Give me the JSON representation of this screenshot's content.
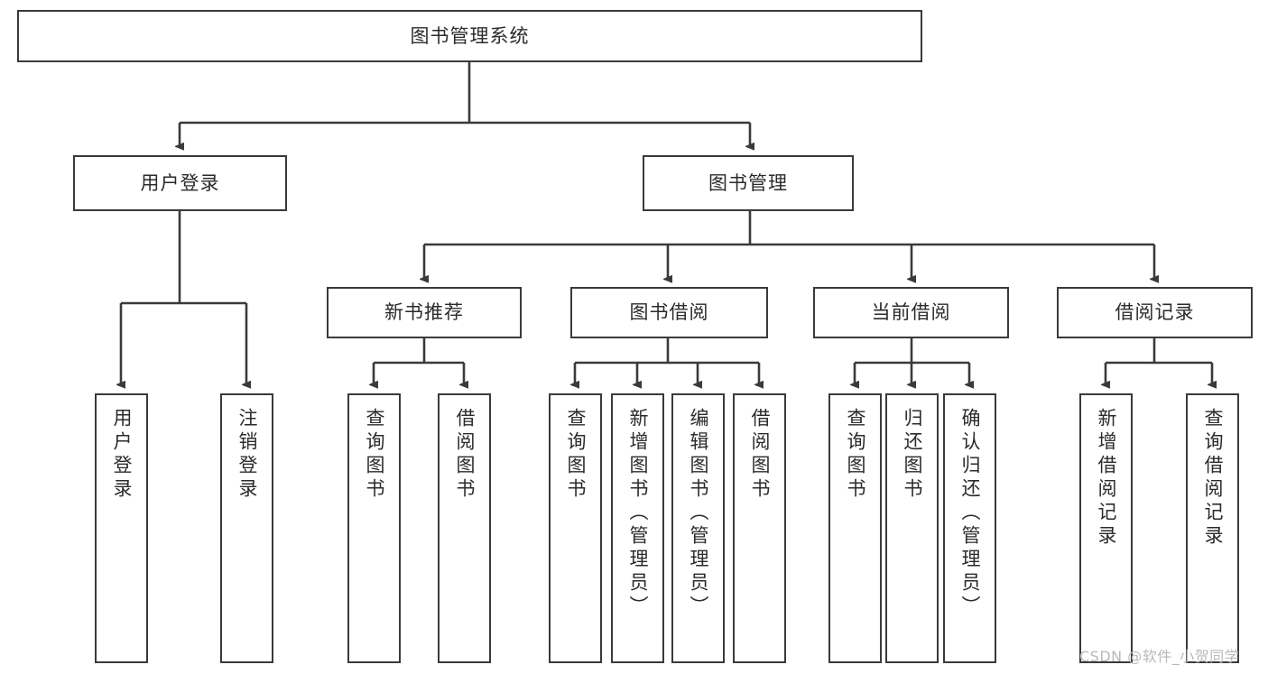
{
  "diagram": {
    "title": "图书管理系统",
    "type": "tree-functional-structure",
    "watermark": "CSDN @软件_小贺同学",
    "colors": {
      "background": "#ffffff",
      "stroke": "#3a3a3a",
      "text": "#2b2b2b",
      "watermark": "#b9b9b9"
    },
    "root": {
      "label": "图书管理系统"
    },
    "level2": [
      {
        "label": "用户登录"
      },
      {
        "label": "图书管理"
      }
    ],
    "level3": [
      {
        "label": "新书推荐"
      },
      {
        "label": "图书借阅"
      },
      {
        "label": "当前借阅"
      },
      {
        "label": "借阅记录"
      }
    ],
    "leaves": {
      "user_login": [
        {
          "label": "用户登录"
        },
        {
          "label": "注销登录"
        }
      ],
      "new_book_recommend": [
        {
          "label": "查询图书"
        },
        {
          "label": "借阅图书"
        }
      ],
      "book_borrow": [
        {
          "label": "查询图书"
        },
        {
          "label": "新增图书（管理员）"
        },
        {
          "label": "编辑图书（管理员）"
        },
        {
          "label": "借阅图书"
        }
      ],
      "current_borrow": [
        {
          "label": "查询图书"
        },
        {
          "label": "归还图书"
        },
        {
          "label": "确认归还（管理员）"
        }
      ],
      "borrow_record": [
        {
          "label": "新增借阅记录"
        },
        {
          "label": "查询借阅记录"
        }
      ]
    }
  }
}
